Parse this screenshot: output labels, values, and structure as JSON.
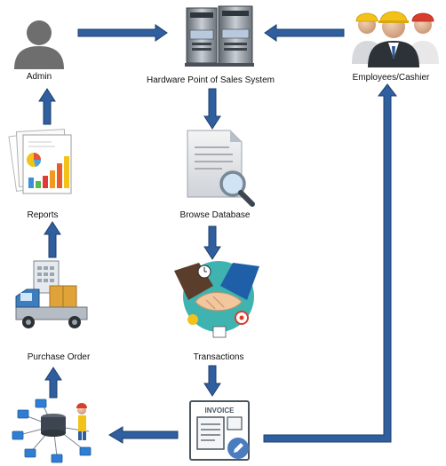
{
  "colors": {
    "arrow_fill": "#2f5f9e",
    "arrow_stroke": "#1e3f6b",
    "person_gray": "#6e6e6e",
    "server_gray": "#8d949c",
    "invoice_blue": "#4a7cbf",
    "truck_blue": "#3d7dbd",
    "box_orange": "#e0a33a",
    "handshake_teal": "#3fb3b0"
  },
  "nodes": {
    "admin": {
      "label": "Admin",
      "icon": "person-icon"
    },
    "pos": {
      "label": "Hardware Point of Sales System",
      "icon": "server-icon"
    },
    "employees": {
      "label": "Employees/Cashier",
      "icon": "workers-icon"
    },
    "reports": {
      "label": "Reports",
      "icon": "report-chart-icon"
    },
    "browse": {
      "label": "Browse Database",
      "icon": "document-search-icon"
    },
    "purchase": {
      "label": "Purchase Order",
      "icon": "truck-icon"
    },
    "transactions": {
      "label": "Transactions",
      "icon": "handshake-icon"
    },
    "invoice": {
      "label": "",
      "badge": "INVOICE",
      "icon": "invoice-icon"
    },
    "database": {
      "label": "",
      "icon": "database-network-icon"
    }
  }
}
